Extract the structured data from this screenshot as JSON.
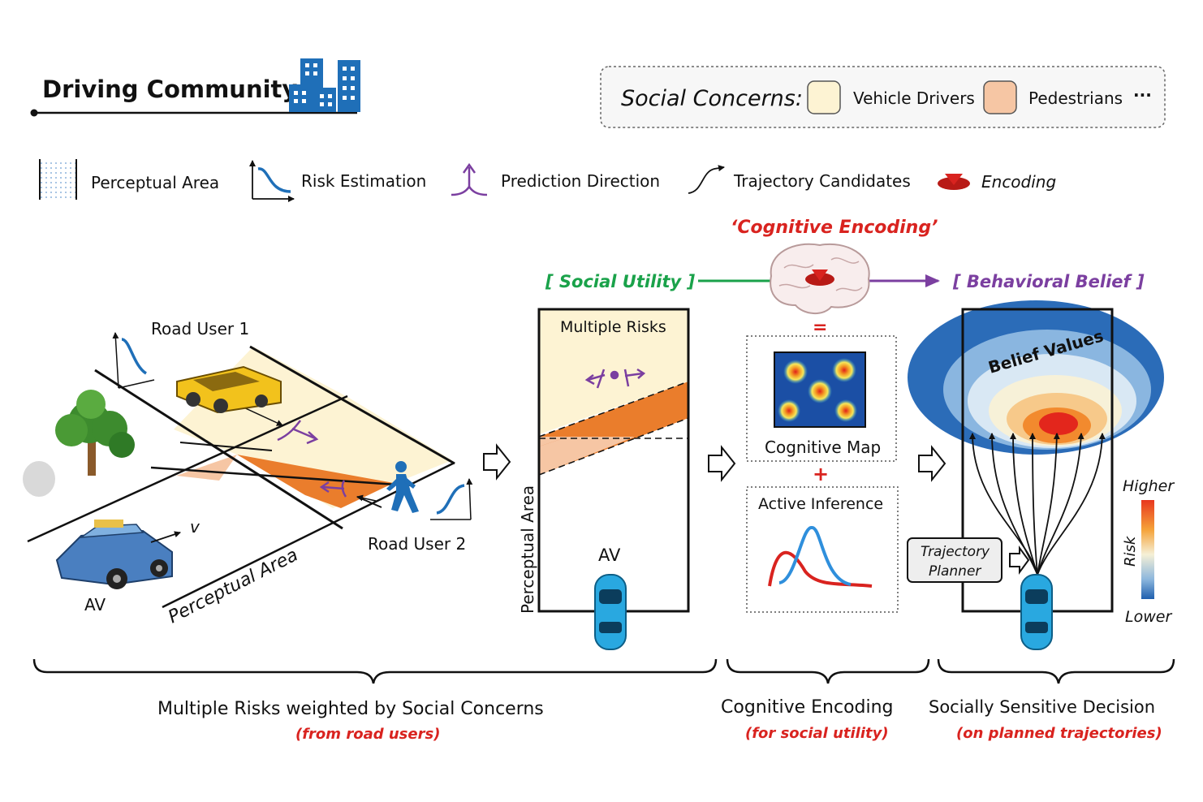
{
  "header": {
    "title": "Driving Community",
    "social_concerns_label": "Social Concerns:",
    "concerns": [
      {
        "label": "Vehicle Drivers",
        "color": "#fdf3d3"
      },
      {
        "label": "Pedestrians",
        "color": "#f6c6a4"
      }
    ],
    "more": "···"
  },
  "legend": {
    "perceptual_area": "Perceptual Area",
    "risk_estimation": "Risk Estimation",
    "prediction_direction": "Prediction Direction",
    "trajectory_candidates": "Trajectory Candidates",
    "encoding": "Encoding"
  },
  "scene": {
    "road_user_1": "Road User 1",
    "road_user_2": "Road User 2",
    "av": "AV",
    "velocity": "v",
    "perceptual_area": "Perceptual Area"
  },
  "risk_panel": {
    "title": "Multiple Risks",
    "side_label": "Perceptual Area",
    "av": "AV"
  },
  "cognitive": {
    "heading": "‘Cognitive Encoding’",
    "social_utility": "[ Social Utility ]",
    "behavioral_belief": "[ Behavioral Belief ]",
    "equals": "=",
    "plus": "+",
    "cognitive_map": "Cognitive Map",
    "active_inference": "Active Inference"
  },
  "decision": {
    "belief_values": "Belief Values",
    "trajectory_planner_1": "Trajectory",
    "trajectory_planner_2": "Planner",
    "scale_high": "Higher",
    "scale_label": "Risk",
    "scale_low": "Lower"
  },
  "captions": [
    {
      "main": "Multiple Risks weighted by Social Concerns",
      "sub": "(from road users)"
    },
    {
      "main": "Cognitive Encoding",
      "sub": "(for social utility)"
    },
    {
      "main": "Socially Sensitive Decision",
      "sub": "(on planned trajectories)"
    }
  ],
  "colors": {
    "purple": "#7b3fa0",
    "green": "#1aa24a",
    "red": "#d9231f",
    "blue": "#1f6fb8",
    "orange": "#ea7d2c",
    "light_orange": "#f6c6a4",
    "light_yellow": "#fdf3d3"
  }
}
